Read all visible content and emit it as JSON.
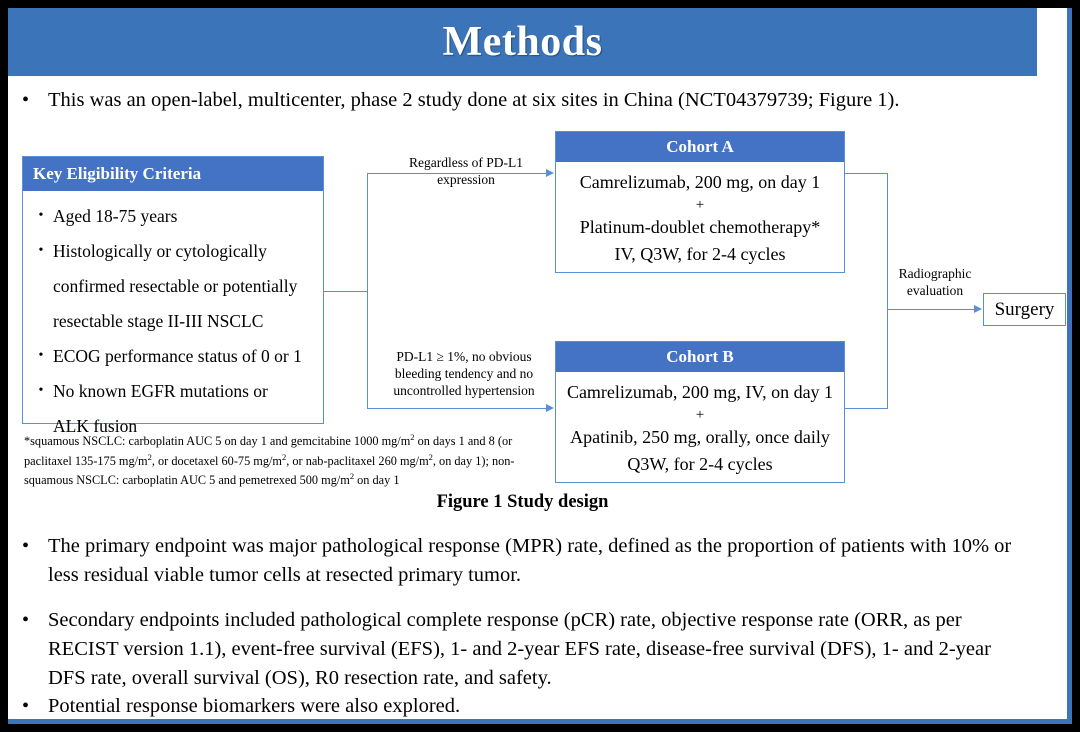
{
  "slide": {
    "title": "Methods",
    "lead_bullet": "This was an open-label, multicenter, phase 2 study done at six sites in China (NCT04379739; Figure 1).",
    "bullet_marker": "•",
    "figure_caption": "Figure 1 Study design"
  },
  "colors": {
    "title_band": "#3b74b8",
    "box_header": "#4472c4",
    "box_border": "#5b8fd4",
    "connector": "#5b8fd4",
    "slide_border": "#3b74b8",
    "page_background": "#000000",
    "slide_background": "#ffffff",
    "text": "#000000"
  },
  "figure": {
    "eligibility": {
      "header": "Key  Eligibility Criteria",
      "items": [
        "Aged 18-75 years",
        "Histologically or cytologically",
        "confirmed resectable or potentially",
        "resectable stage II-III  NSCLC",
        "ECOG performance status of 0 or 1",
        "No known EGFR mutations or",
        "ALK fusion"
      ],
      "bulleted": [
        true,
        true,
        false,
        false,
        true,
        true,
        false
      ]
    },
    "footnote": {
      "line1_a": "*squamous NSCLC: carboplatin AUC 5 on day 1 and gemcitabine 1000 mg/m",
      "line1_sup": "2",
      "line1_b": " on days 1 and 8 (or",
      "line2_a": "paclitaxel 135-175  mg/m",
      "line2_sup1": "2",
      "line2_b": ", or docetaxel 60-75 mg/m",
      "line2_sup2": "2",
      "line2_c": ", or nab-paclitaxel 260 mg/m",
      "line2_sup3": "2",
      "line2_d": ", on day 1); non-",
      "line3_a": "squamous NSCLC: carboplatin AUC 5 and pemetrexed 500 mg/m",
      "line3_sup": "2",
      "line3_b": " on day 1"
    },
    "cohort_a": {
      "header": "Cohort A",
      "line1": "Camrelizumab, 200 mg, on day 1",
      "plus": "+",
      "line2": "Platinum-doublet chemotherapy*",
      "line3": "IV, Q3W, for 2-4 cycles"
    },
    "cohort_b": {
      "header": "Cohort B",
      "line1": "Camrelizumab, 200 mg, IV, on day 1",
      "plus": "+",
      "line2": "Apatinib, 250 mg, orally, once daily",
      "line3": "Q3W, for 2-4 cycles"
    },
    "connector_top_label": "Regardless  of PD-L1\nexpression",
    "connector_bottom_label": "PD-L1 ≥ 1%, no obvious\nbleeding tendency  and no\nuncontrolled  hypertension",
    "radiographic_label": "Radiographic\nevaluation",
    "surgery": "Surgery"
  },
  "bullets": [
    "The primary endpoint was major pathological response (MPR) rate, defined as the proportion of patients with 10% or less residual viable tumor cells at resected primary tumor.",
    "Secondary endpoints included pathological complete response (pCR) rate, objective response rate (ORR, as per RECIST version 1.1), event-free survival (EFS), 1- and 2-year EFS rate, disease-free survival (DFS), 1- and 2-year DFS rate, overall survival (OS), R0 resection rate, and safety.",
    "Potential response biomarkers were also explored."
  ]
}
